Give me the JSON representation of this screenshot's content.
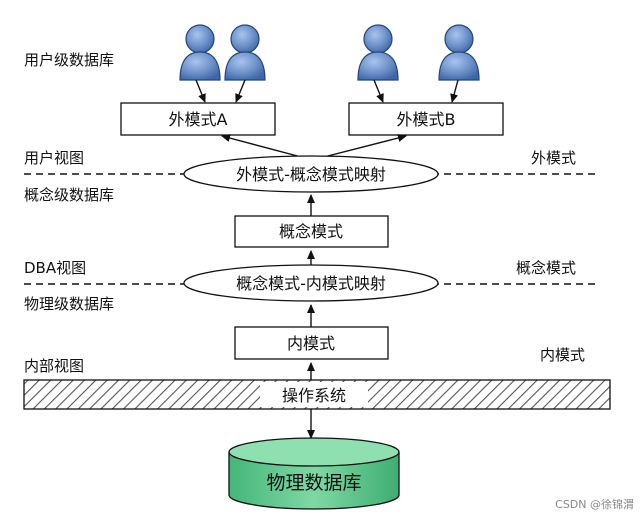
{
  "levels": {
    "user_db": "用户级数据库",
    "user_view": "用户视图",
    "concept_db": "概念级数据库",
    "dba_view": "DBA视图",
    "physical_db": "物理级数据库",
    "internal_view": "内部视图"
  },
  "right_labels": {
    "external": "外模式",
    "conceptual": "概念模式",
    "internal": "内模式"
  },
  "boxes": {
    "external_a": "外模式A",
    "external_b": "外模式B",
    "conceptual": "概念模式",
    "internal": "内模式",
    "os": "操作系统"
  },
  "mappings": {
    "external_conceptual": "外模式-概念模式映射",
    "conceptual_internal": "概念模式-内模式映射"
  },
  "database": "物理数据库",
  "watermark": "CSDN @徐锦渭",
  "colors": {
    "user_icon": "#6a8fc7",
    "user_icon_dark": "#23467e",
    "database_fill": "#5cc98d",
    "database_top": "#8fe0b0",
    "line": "#111111"
  },
  "icons": [
    "user-icon",
    "user-icon",
    "user-icon",
    "user-icon",
    "cylinder-database-icon"
  ]
}
